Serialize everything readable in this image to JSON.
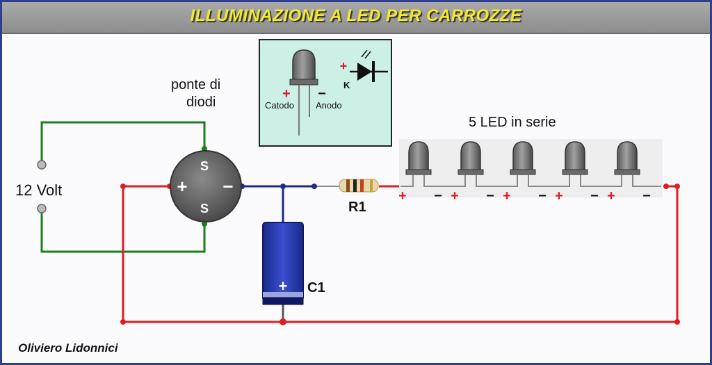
{
  "title": "ILLUMINAZIONE A LED PER CARROZZE",
  "labels": {
    "bridge_line1": "ponte di",
    "bridge_line2": "diodi",
    "supply": "12 Volt",
    "resistor": "R1",
    "capacitor": "C1",
    "led_series": "5 LED in serie",
    "catodo": "Catodo",
    "anodo": "Anodo",
    "k": "K",
    "author": "Oliviero Lidonnici"
  },
  "bridge_terminals": {
    "ac_top": "S",
    "ac_bottom": "S",
    "plus": "+",
    "minus": "−"
  },
  "polarity": {
    "plus": "+",
    "minus": "−"
  },
  "colors": {
    "title_text": "#f2ea2a",
    "wire_red": "#e01b24",
    "wire_green": "#1a7f1a",
    "wire_blue": "#1c2a8c",
    "capacitor_body": "#2233aa",
    "inset_bg": "#cdf0e6"
  },
  "led_count": 5
}
